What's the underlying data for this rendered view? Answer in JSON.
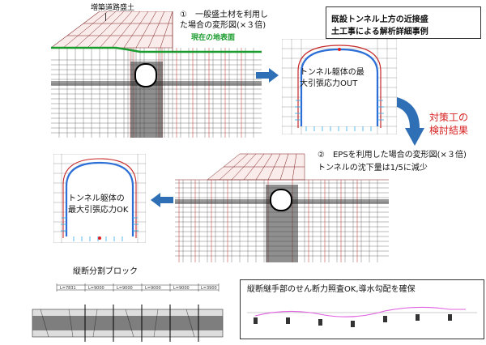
{
  "panel1": {
    "label_embank": "増築道路盛土",
    "label_case": "①　一般盛土材を利用し",
    "label_case2": "た場合の変形図(×３倍)",
    "label_ground": "現在の地表面"
  },
  "title_box": {
    "line1": "既設トンネル上方の近接盛",
    "line2": "土工事による解析詳細事例"
  },
  "detail1": {
    "line1": "トンネル躯体の最",
    "line2": "大引張応力OUT"
  },
  "measure": {
    "line1": "対策工の",
    "line2": "検討結果"
  },
  "panel2": {
    "line1": "②　EPSを利用した場合の変形図(×３倍)",
    "line2": "トンネルの沈下量は1/5に減少"
  },
  "detail2": {
    "line1": "トンネル躯体の",
    "line2": "最大引張応力OK"
  },
  "block_title": "縦断分割ブロック",
  "joint_note": "縦断継手部のせん断力照査OK,導水勾配を確保",
  "block_labels": [
    "L=7831",
    "L=9000",
    "L=9000",
    "L=9000",
    "L=9000",
    "L=3900"
  ],
  "colors": {
    "green": "#1a9b2e",
    "blue": "#0066cc",
    "red": "#d62020",
    "arrow": "#2f6fb5",
    "mesh": "#555555",
    "magenta": "#e060e0"
  }
}
